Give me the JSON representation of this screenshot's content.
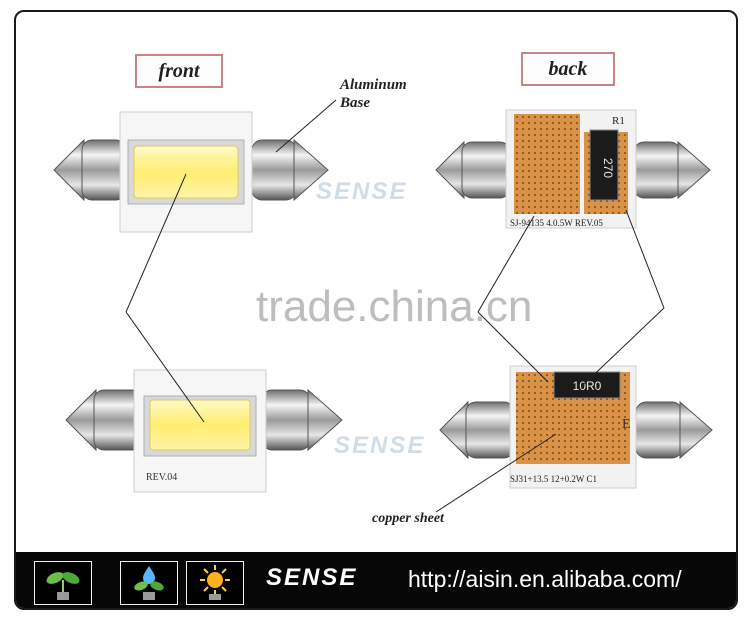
{
  "labels": {
    "front": "front",
    "back": "back",
    "aluminum_base": "Aluminum\nBase",
    "copper_sheet": "copper sheet"
  },
  "pcb_text": {
    "top_back_part": "SJ-94135  4.0.5W  REV.05",
    "top_back_resistor": "270",
    "top_back_ref": "R1",
    "bottom_front_rev": "REV.04",
    "bottom_back_part": "SJ31+13.5  12+0.2W C1",
    "bottom_back_resistor": "10R0",
    "bottom_back_ref": "E"
  },
  "watermark": {
    "text": "trade.china.cn",
    "logo": "SENSE"
  },
  "footer": {
    "logo": "SENSE",
    "url": "http://aisin.en.alibaba.com/",
    "icons": [
      "plant-sprout-icon",
      "water-drop-plant-icon",
      "sun-icon"
    ]
  },
  "colors": {
    "frame_border": "#1a1a1a",
    "label_border": "#c98585",
    "footer_bg": "#070707",
    "led_yellow": "#fff4a0",
    "copper": "#d8903a"
  }
}
